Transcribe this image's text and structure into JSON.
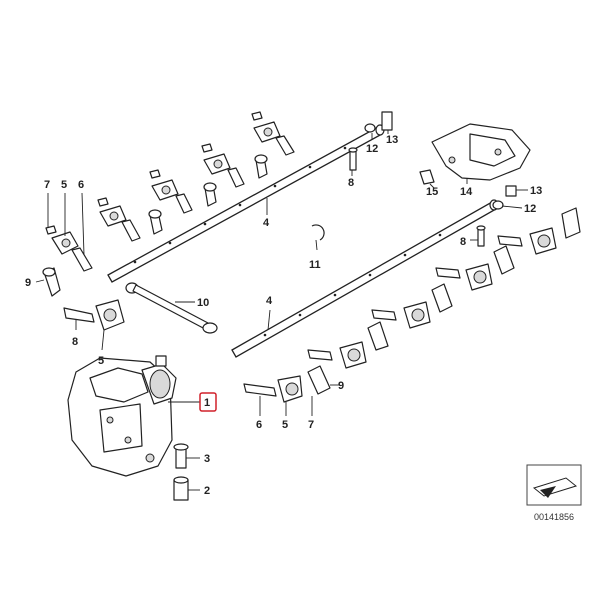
{
  "callouts": {
    "c1": "1",
    "c2": "2",
    "c3": "3",
    "c4a": "4",
    "c4b": "4",
    "c5a": "5",
    "c5b": "5",
    "c5c": "5",
    "c6a": "6",
    "c6b": "6",
    "c7a": "7",
    "c7b": "7",
    "c8a": "8",
    "c8b": "8",
    "c8c": "8",
    "c9a": "9",
    "c9b": "9",
    "c10": "10",
    "c11": "11",
    "c12a": "12",
    "c12b": "12",
    "c13a": "13",
    "c13b": "13",
    "c14": "14",
    "c15": "15"
  },
  "diagram_code": "00141856",
  "highlight_color": "#d0202a",
  "icons": [
    "arrow-wedge-icon"
  ]
}
